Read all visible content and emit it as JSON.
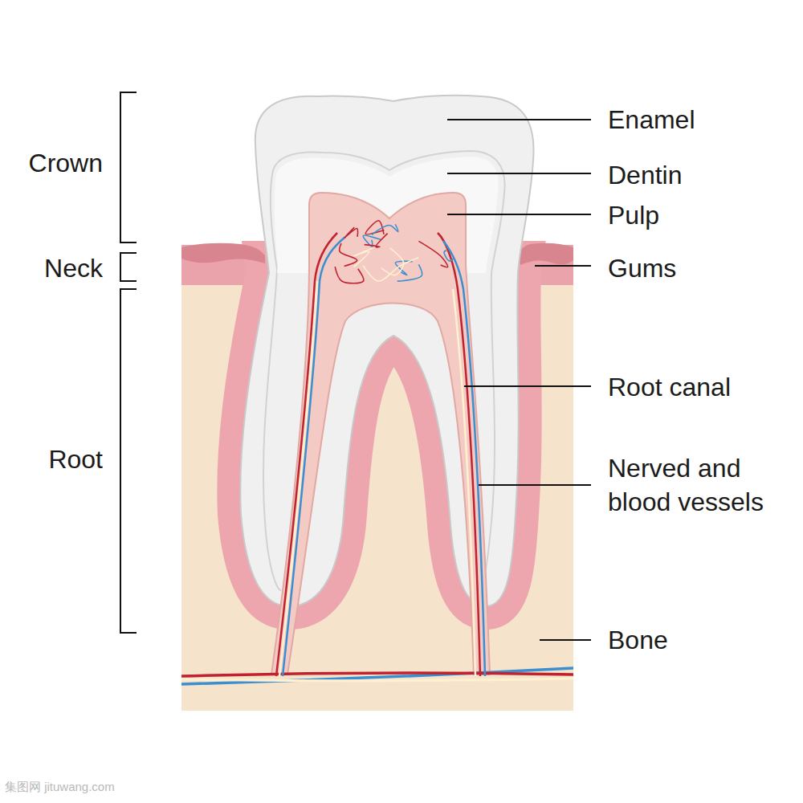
{
  "diagram": {
    "labels": [
      "Crown",
      "Neck",
      "Root",
      "Enamel",
      "Dentin",
      "Pulp",
      "Gums",
      "Root canal",
      "Nerved and blood vessels",
      "Bone",
      "集图网 jituwang.com"
    ]
  }
}
